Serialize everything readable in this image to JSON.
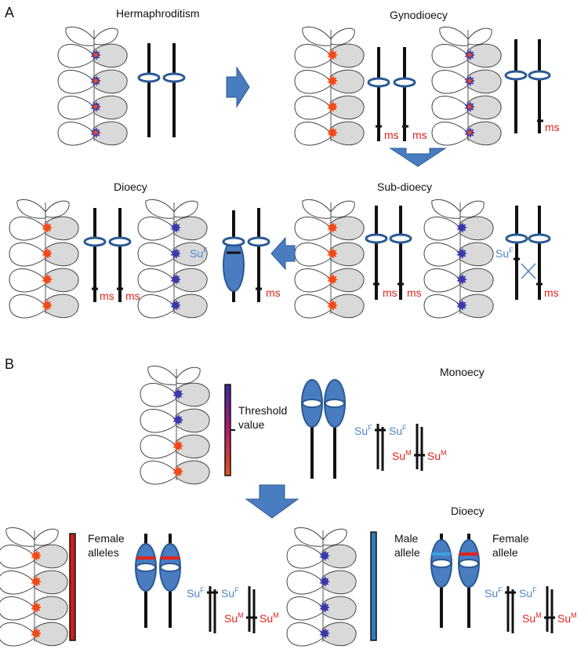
{
  "panel_a": {
    "letter": "A",
    "hermaphroditism": "Hermaphroditism",
    "gynodioecy": "Gynodioecy",
    "dioecy": "Dioecy",
    "sub_dioecy": "Sub-dioecy",
    "ms": "ms",
    "su": "Su",
    "sup_f": "F"
  },
  "panel_b": {
    "letter": "B",
    "monoecy": "Monoecy",
    "threshold_line1": "Threshold",
    "threshold_line2": "value",
    "dioecy": "Dioecy",
    "female_alleles_line1": "Female",
    "female_alleles_line2": "alleles",
    "male_allele_line1": "Male",
    "male_allele_line2": "allele",
    "female_allele_line1": "Female",
    "female_allele_line2": "allele",
    "su": "Su",
    "sup_f": "F",
    "sup_m": "M"
  },
  "colors": {
    "female_flower": "#f04a1a",
    "male_flower": "#3a3aa8",
    "chromosome_fill": "#4a7cc0",
    "arrow": "#4a7cc0",
    "ms_text": "#e2231a",
    "suf_text": "#4a86c5",
    "female_bar": "#c8201e",
    "male_bar": "#2f7bc2"
  }
}
